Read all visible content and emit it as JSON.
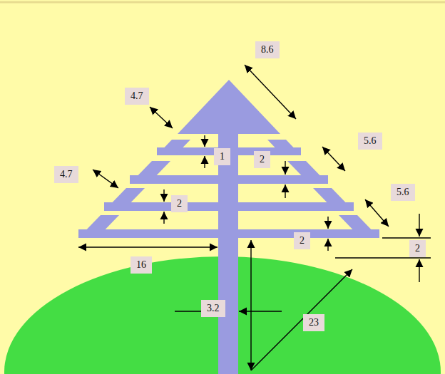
{
  "diagram": {
    "labels": [
      "8.6",
      "4.7",
      "1",
      "5.6",
      "2",
      "4.7",
      "2",
      "5.6",
      "2",
      "16",
      "2",
      "3.2",
      "23"
    ]
  }
}
